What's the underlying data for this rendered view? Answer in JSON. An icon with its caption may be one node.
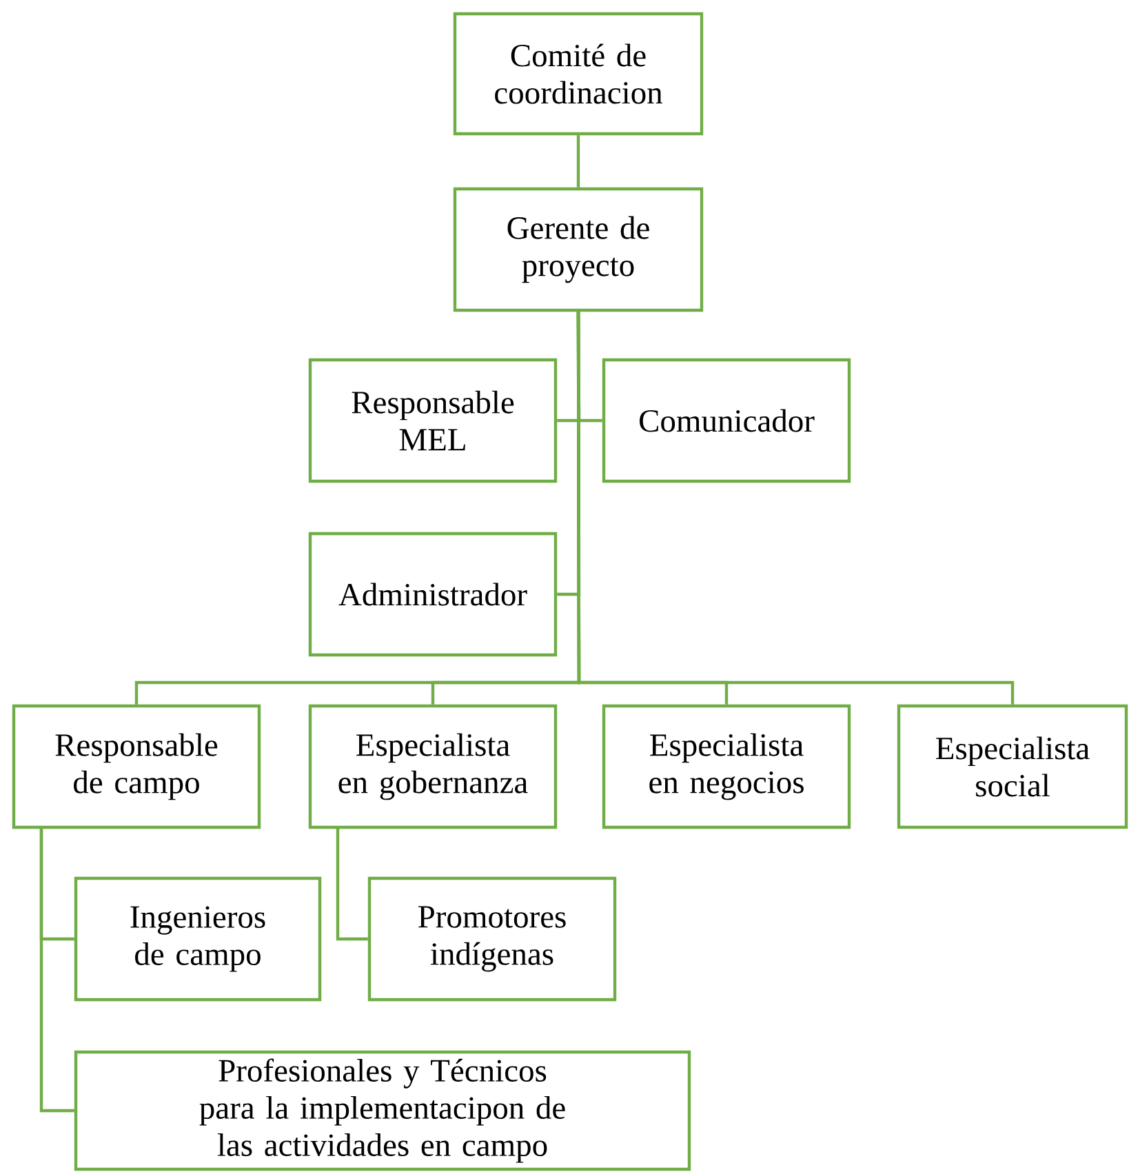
{
  "diagram": {
    "nodes": [
      {
        "text": [
          "Comité de coordinacion"
        ]
      },
      {
        "text": [
          "Gerente de proyecto"
        ]
      },
      {
        "text": [
          "Responsable MEL"
        ]
      },
      {
        "text": [
          "Comunicador"
        ]
      },
      {
        "text": [
          "Administrador"
        ]
      },
      {
        "text": [
          "Responsable de campo"
        ]
      },
      {
        "text": [
          "Especialista en gobernanza"
        ]
      },
      {
        "text": [
          "Especialista en negocios"
        ]
      },
      {
        "text": [
          "Especialista social"
        ]
      },
      {
        "text": [
          "Ingenieros de campo"
        ]
      },
      {
        "text": [
          "Promotores indígenas"
        ]
      },
      {
        "text": [
          "Profesionales  y Técnicos para la implementacipon de las actividades en campo"
        ]
      }
    ],
    "edges": [
      {
        "from": 0,
        "to": 1,
        "arrow": "none"
      },
      {
        "from": 1,
        "to": 2,
        "arrow": "none"
      },
      {
        "from": 1,
        "to": 3,
        "arrow": "none"
      },
      {
        "from": 1,
        "to": 4,
        "arrow": "none"
      },
      {
        "from": 1,
        "to": 5,
        "arrow": "none"
      },
      {
        "from": 1,
        "to": 6,
        "arrow": "none"
      },
      {
        "from": 1,
        "to": 7,
        "arrow": "none"
      },
      {
        "from": 1,
        "to": 8,
        "arrow": "none"
      },
      {
        "from": 5,
        "to": 9,
        "arrow": "none"
      },
      {
        "from": 5,
        "to": 11,
        "arrow": "none"
      },
      {
        "from": 6,
        "to": 10,
        "arrow": "none"
      }
    ]
  }
}
